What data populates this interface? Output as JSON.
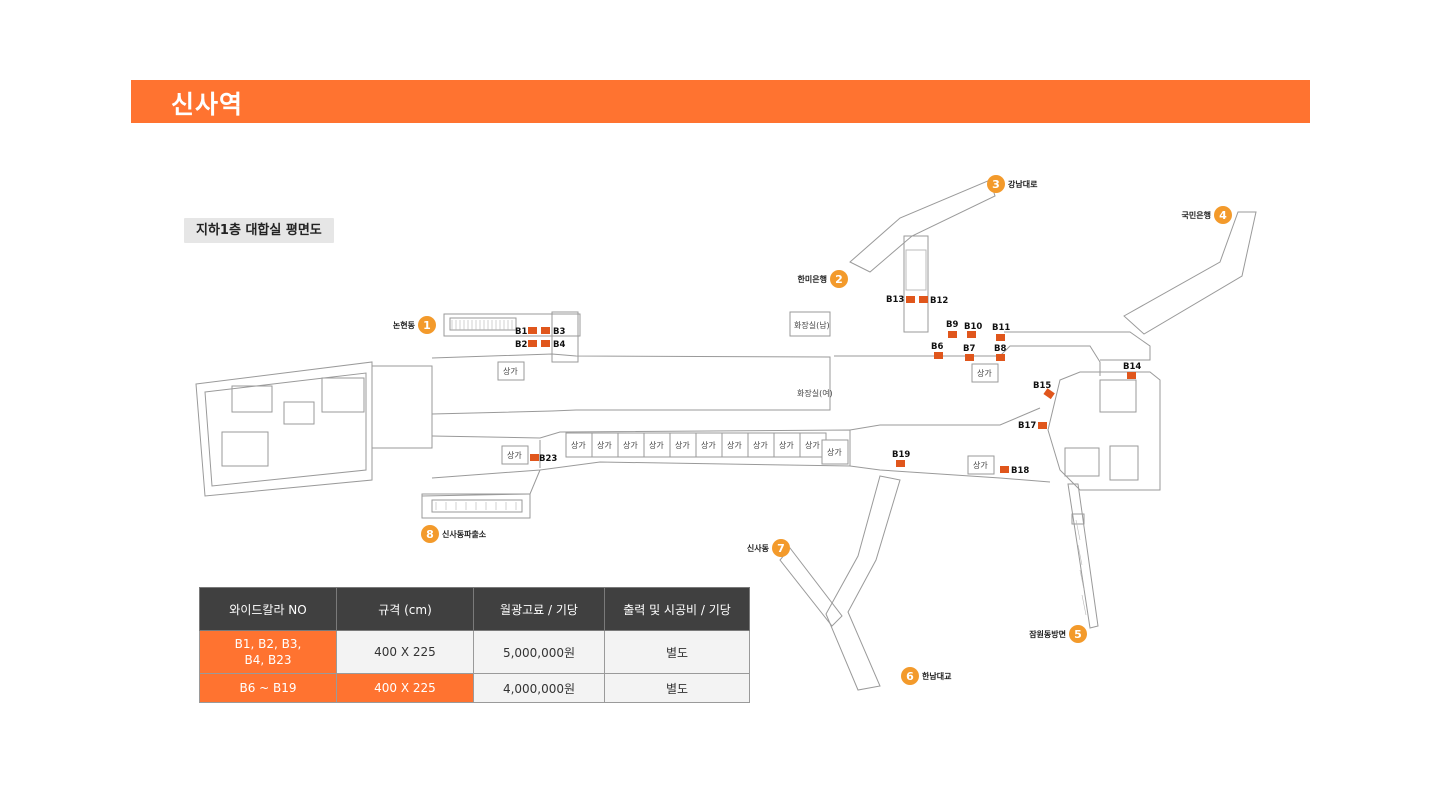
{
  "header": {
    "title": "신사역"
  },
  "floor_label": "지하1층 대합실 평면도",
  "exits": [
    {
      "num": "1",
      "name": "논현동"
    },
    {
      "num": "2",
      "name": "한미은행"
    },
    {
      "num": "3",
      "name": "강남대로"
    },
    {
      "num": "4",
      "name": "국민은행"
    },
    {
      "num": "5",
      "name": "잠원동방면"
    },
    {
      "num": "6",
      "name": "한남대교"
    },
    {
      "num": "7",
      "name": "신사동"
    },
    {
      "num": "8",
      "name": "신사동파출소"
    }
  ],
  "ad_spots": [
    "B1",
    "B2",
    "B3",
    "B4",
    "B6",
    "B7",
    "B8",
    "B9",
    "B10",
    "B11",
    "B12",
    "B13",
    "B14",
    "B15",
    "B17",
    "B18",
    "B19",
    "B23"
  ],
  "rooms": {
    "shop": "상가",
    "restroom_m": "화장실(남)",
    "restroom_f": "화장실(여)"
  },
  "table": {
    "headers": [
      "와이드칼라 NO",
      "규격 (cm)",
      "월광고료 / 기당",
      "출력 및 시공비 / 기당"
    ],
    "rows": [
      [
        "B1, B2, B3,\nB4, B23",
        "400 X 225",
        "5,000,000원",
        "별도"
      ],
      [
        "B6 ~ B19",
        "400 X 225",
        "4,000,000원",
        "별도"
      ]
    ]
  },
  "colors": {
    "accent": "#ff7330",
    "marker": "#e0561c",
    "header_dark": "#404040"
  }
}
